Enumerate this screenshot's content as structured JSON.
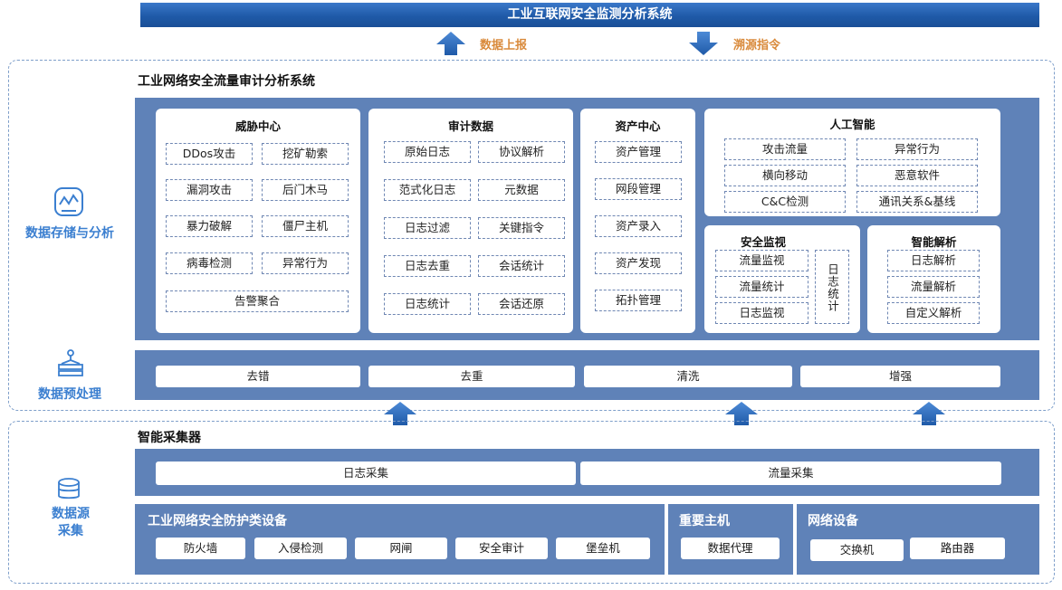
{
  "top_banner": "工业互联网安全监测分析系统",
  "report_label": "数据上报",
  "trace_label": "溯源指令",
  "system_title": "工业网络安全流量审计分析系统",
  "side_labels": {
    "storage": "数据存储与分析",
    "preprocess": "数据预处理",
    "source": "数据源\n采集",
    "source_line1": "数据源",
    "source_line2": "采集"
  },
  "threat_center": {
    "title": "威胁中心",
    "items": [
      "DDos攻击",
      "挖矿勒索",
      "漏洞攻击",
      "后门木马",
      "暴力破解",
      "僵尸主机",
      "病毒检测",
      "异常行为"
    ],
    "wide_item": "告警聚合"
  },
  "audit_data": {
    "title": "审计数据",
    "items": [
      "原始日志",
      "协议解析",
      "范式化日志",
      "元数据",
      "日志过滤",
      "关键指令",
      "日志去重",
      "会话统计",
      "日志统计",
      "会话还原"
    ]
  },
  "asset_center": {
    "title": "资产中心",
    "items": [
      "资产管理",
      "网段管理",
      "资产录入",
      "资产发现",
      "拓扑管理"
    ]
  },
  "ai": {
    "title": "人工智能",
    "items": [
      "攻击流量",
      "异常行为",
      "横向移动",
      "恶意软件",
      "C&C检测",
      "通讯关系&基线"
    ]
  },
  "security_monitor": {
    "title": "安全监视",
    "items": [
      "流量监视",
      "流量统计",
      "日志监视"
    ],
    "vertical": "日志统计"
  },
  "smart_parse": {
    "title": "智能解析",
    "items": [
      "日志解析",
      "流量解析",
      "自定义解析"
    ]
  },
  "preprocess": [
    "去错",
    "去重",
    "清洗",
    "增强"
  ],
  "collector": {
    "title": "智能采集器",
    "items": [
      "日志采集",
      "流量采集"
    ]
  },
  "devices": {
    "security_title": "工业网络安全防护类设备",
    "security_items": [
      "防火墙",
      "入侵检测",
      "网闸",
      "安全审计",
      "堡垒机"
    ],
    "host_title": "重要主机",
    "host_items": [
      "数据代理"
    ],
    "network_title": "网络设备",
    "network_items": [
      "交换机",
      "路由器"
    ]
  },
  "colors": {
    "banner": "#1f5aa8",
    "panel": "#5f82b8",
    "accent_orange": "#d98a3b",
    "side_label_blue": "#3b7fd0"
  }
}
